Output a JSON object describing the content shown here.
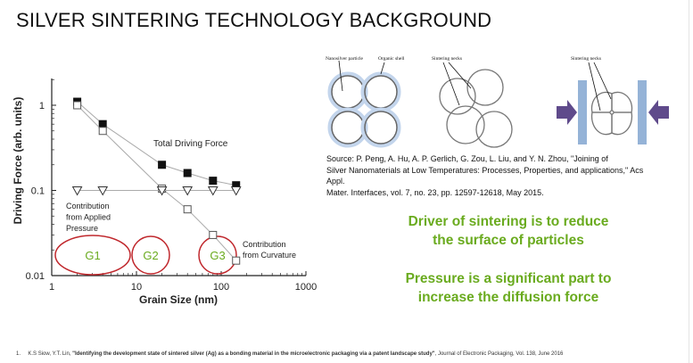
{
  "slide": {
    "title": "SILVER SINTERING TECHNOLOGY BACKGROUND",
    "diagram_labels": {
      "nanosilver_particle": "Nanosilver particle",
      "organic_shell": "Organic shell",
      "sintering_necks_1": "Sintering necks",
      "sintering_necks_2": "Sintering necks"
    },
    "source_lines": [
      "Source: P. Peng, A. Hu, A. P. Gerlich, G. Zou, L. Liu, and Y. N. Zhou, \"Joining of",
      "Silver Nanomaterials at Low Temperatures: Processes, Properties, and applications,\" Acs Appl.",
      "Mater. Interfaces, vol. 7, no. 23, pp. 12597-12618,  May 2015."
    ],
    "highlight_1": [
      "Driver of sintering is to reduce",
      "the surface of particles"
    ],
    "highlight_2": [
      "Pressure is a significant part to",
      "increase the diffusion force"
    ],
    "footnote": {
      "number": "1.",
      "authors": "K.S Siow, Y.T. Lin, ",
      "title": "\"Identifying the development state of sintered silver (Ag) as a bonding material in the microelectronic packaging via a patent landscape study\"",
      "rest": ", Journal of Electronic Packaging, Vol. 138, June 2016"
    },
    "colors": {
      "accent_green": "#6aab1f",
      "ellipse_red": "#c0282d",
      "bar_blue": "#95b3d7",
      "arrow_purple": "#5f4a8b"
    }
  },
  "chart_data": {
    "type": "scatter",
    "xlabel": "Grain Size (nm)",
    "ylabel": "Driving Force (arb. units)",
    "xscale": "log",
    "yscale": "log",
    "xlim": [
      1,
      1000
    ],
    "ylim": [
      0.01,
      2
    ],
    "xticks": [
      "1",
      "10",
      "100",
      "1000"
    ],
    "yticks": [
      "0.01",
      "0.1",
      "1"
    ],
    "series": [
      {
        "name": "Total Driving Force",
        "marker": "filled-square",
        "x": [
          2,
          4,
          20,
          40,
          80,
          150
        ],
        "y": [
          1.1,
          0.6,
          0.2,
          0.16,
          0.13,
          0.115
        ]
      },
      {
        "name": "Contribution from Curvature",
        "marker": "open-square",
        "x": [
          2,
          4,
          20,
          40,
          80,
          150
        ],
        "y": [
          1.0,
          0.5,
          0.105,
          0.06,
          0.03,
          0.015
        ]
      },
      {
        "name": "Contribution from Applied Pressure",
        "marker": "open-triangle-down",
        "x": [
          2,
          4,
          20,
          40,
          80,
          150
        ],
        "y": [
          0.1,
          0.1,
          0.1,
          0.1,
          0.1,
          0.1
        ]
      }
    ],
    "annotations": {
      "total": "Total Driving Force",
      "pressure": [
        "Contribution",
        "from Applied",
        "Pressure"
      ],
      "curvature": [
        "Contribution",
        "from Curvature"
      ]
    },
    "regions": [
      {
        "label": "G1",
        "x_range": [
          1.5,
          8
        ]
      },
      {
        "label": "G2",
        "x_range": [
          10,
          22
        ]
      },
      {
        "label": "G3",
        "x_range": [
          60,
          140
        ]
      }
    ]
  }
}
